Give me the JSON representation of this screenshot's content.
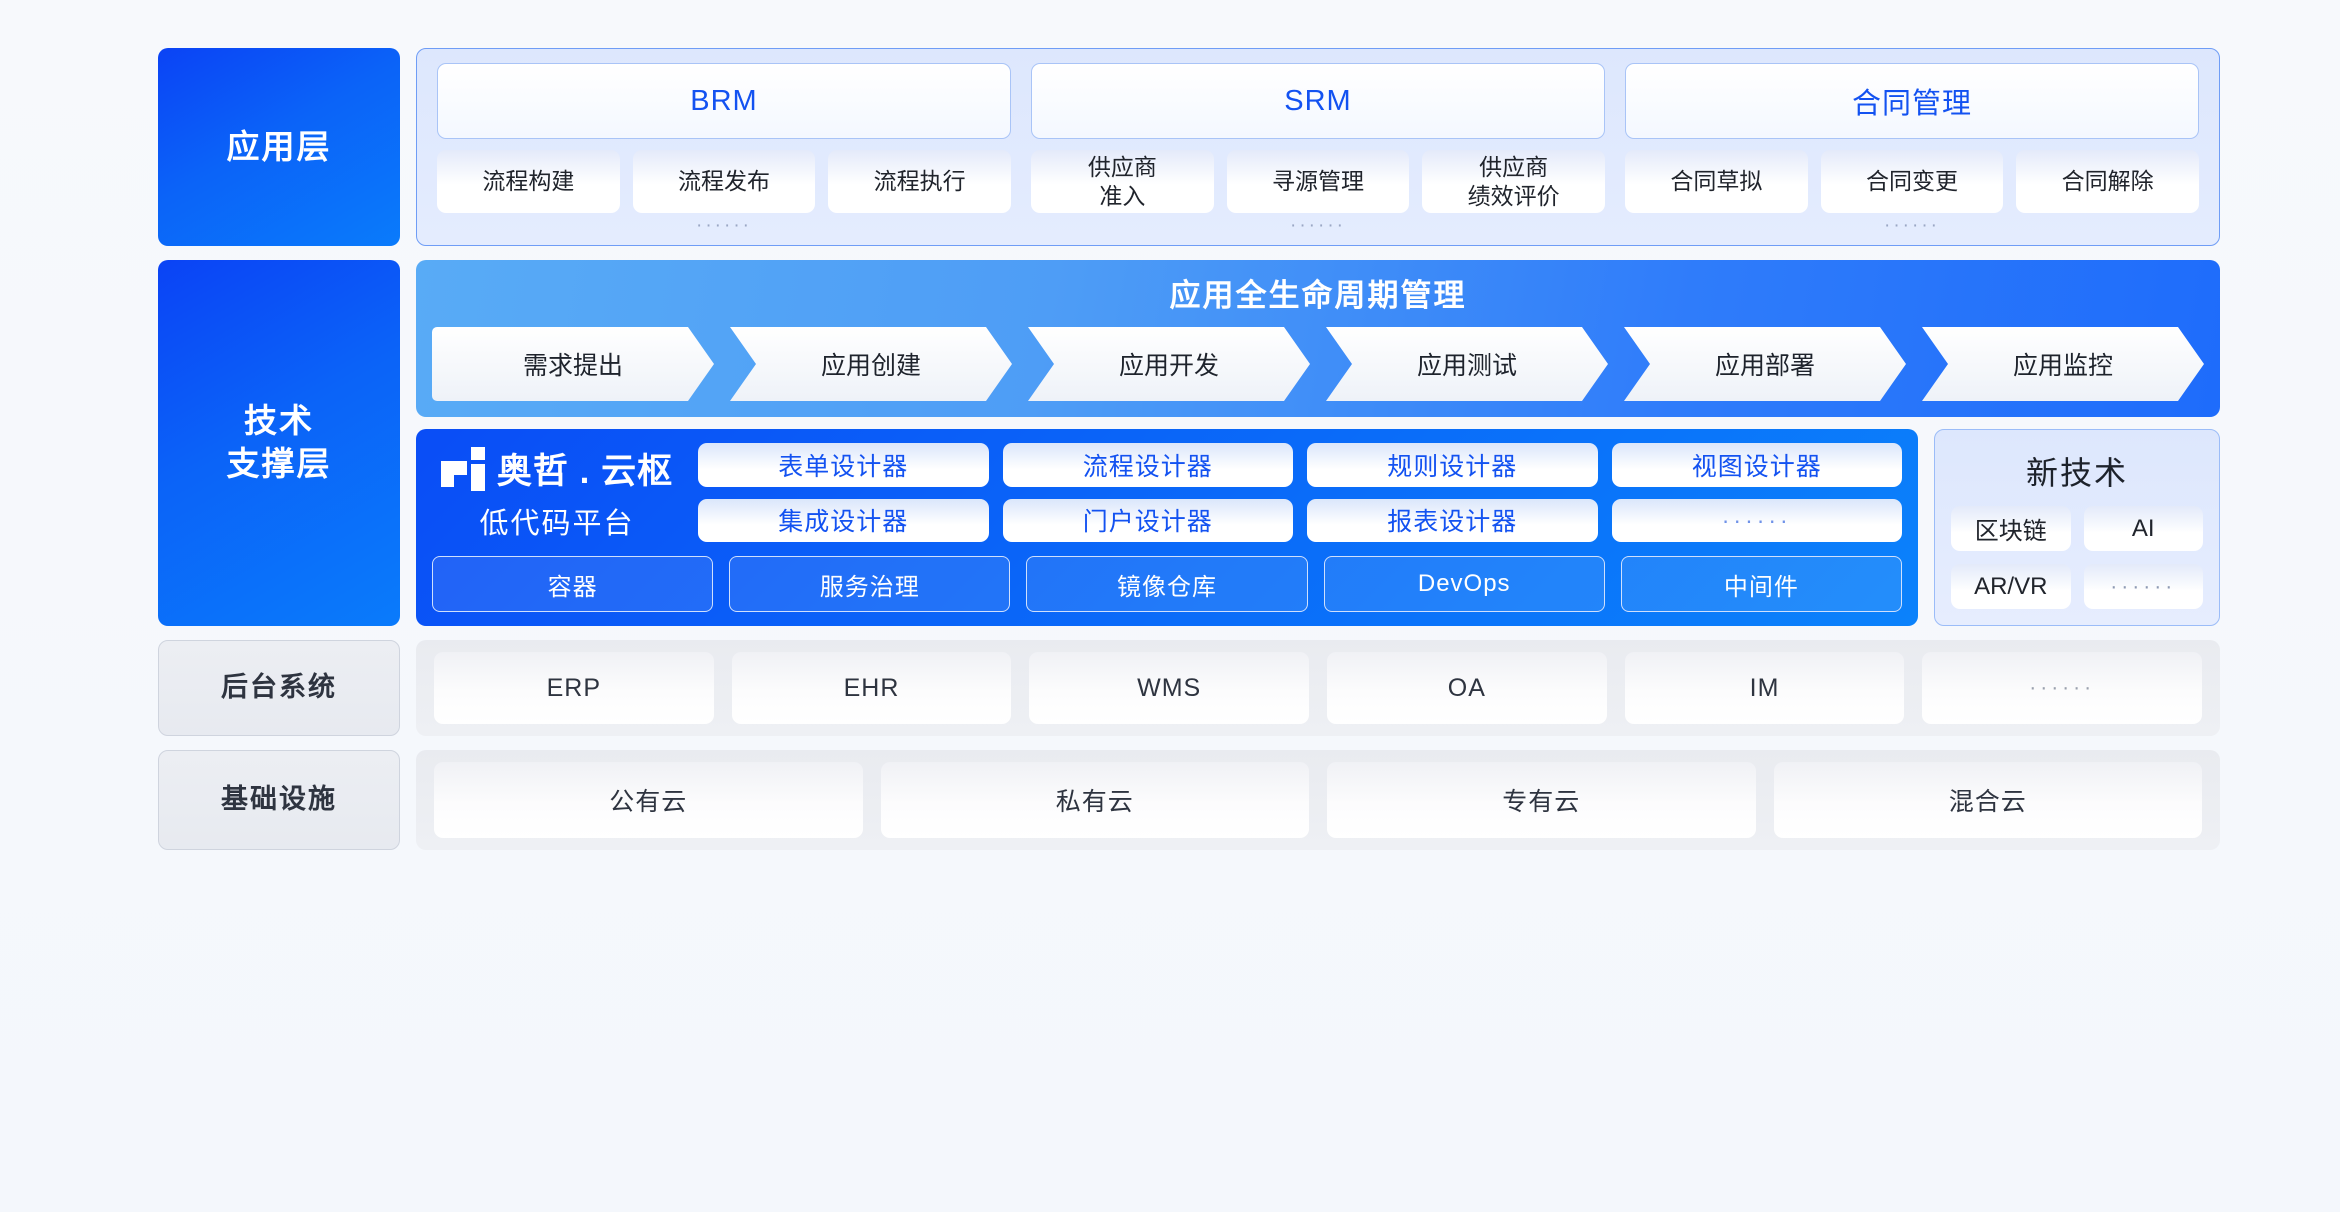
{
  "layers": {
    "application": {
      "label": "应用层",
      "groups": [
        {
          "title": "BRM",
          "subs": [
            "流程构建",
            "流程发布",
            "流程执行"
          ],
          "ellipsis": "······"
        },
        {
          "title": "SRM",
          "subs": [
            "供应商\n准入",
            "寻源管理",
            "供应商\n绩效评价"
          ],
          "ellipsis": "······"
        },
        {
          "title": "合同管理",
          "subs": [
            "合同草拟",
            "合同变更",
            "合同解除"
          ],
          "ellipsis": "······"
        }
      ]
    },
    "technical": {
      "label": "技术\n支撑层",
      "lifecycle": {
        "title": "应用全生命周期管理",
        "stages": [
          "需求提出",
          "应用创建",
          "应用开发",
          "应用测试",
          "应用部署",
          "应用监控"
        ]
      },
      "platform": {
        "logo_icon": "aozhe-stair-logo-icon",
        "brand_name": "奥哲 . 云枢",
        "brand_sub": "低代码平台",
        "designers_row1": [
          "表单设计器",
          "流程设计器",
          "规则设计器",
          "视图设计器"
        ],
        "designers_row2": [
          "集成设计器",
          "门户设计器",
          "报表设计器",
          "······"
        ],
        "infra_chips": [
          "容器",
          "服务治理",
          "镜像仓库",
          "DevOps",
          "中间件"
        ]
      },
      "newtech": {
        "title": "新技术",
        "items": [
          "区块链",
          "AI",
          "AR/VR",
          "······"
        ]
      }
    },
    "backend": {
      "label": "后台系统",
      "items": [
        "ERP",
        "EHR",
        "WMS",
        "OA",
        "IM",
        "······"
      ]
    },
    "infrastructure": {
      "label": "基础设施",
      "items": [
        "公有云",
        "私有云",
        "专有云",
        "混合云"
      ]
    }
  },
  "colors": {
    "brand_blue": "#0b5cf7",
    "accent_blue": "#1352f1",
    "lifecycle_light": "#58abf6",
    "lifecycle_dark": "#1e6cfb",
    "panel_bg": "#dde7fd",
    "grey_panel": "#e9ebf0",
    "page_bg": "#f7f9fc"
  }
}
